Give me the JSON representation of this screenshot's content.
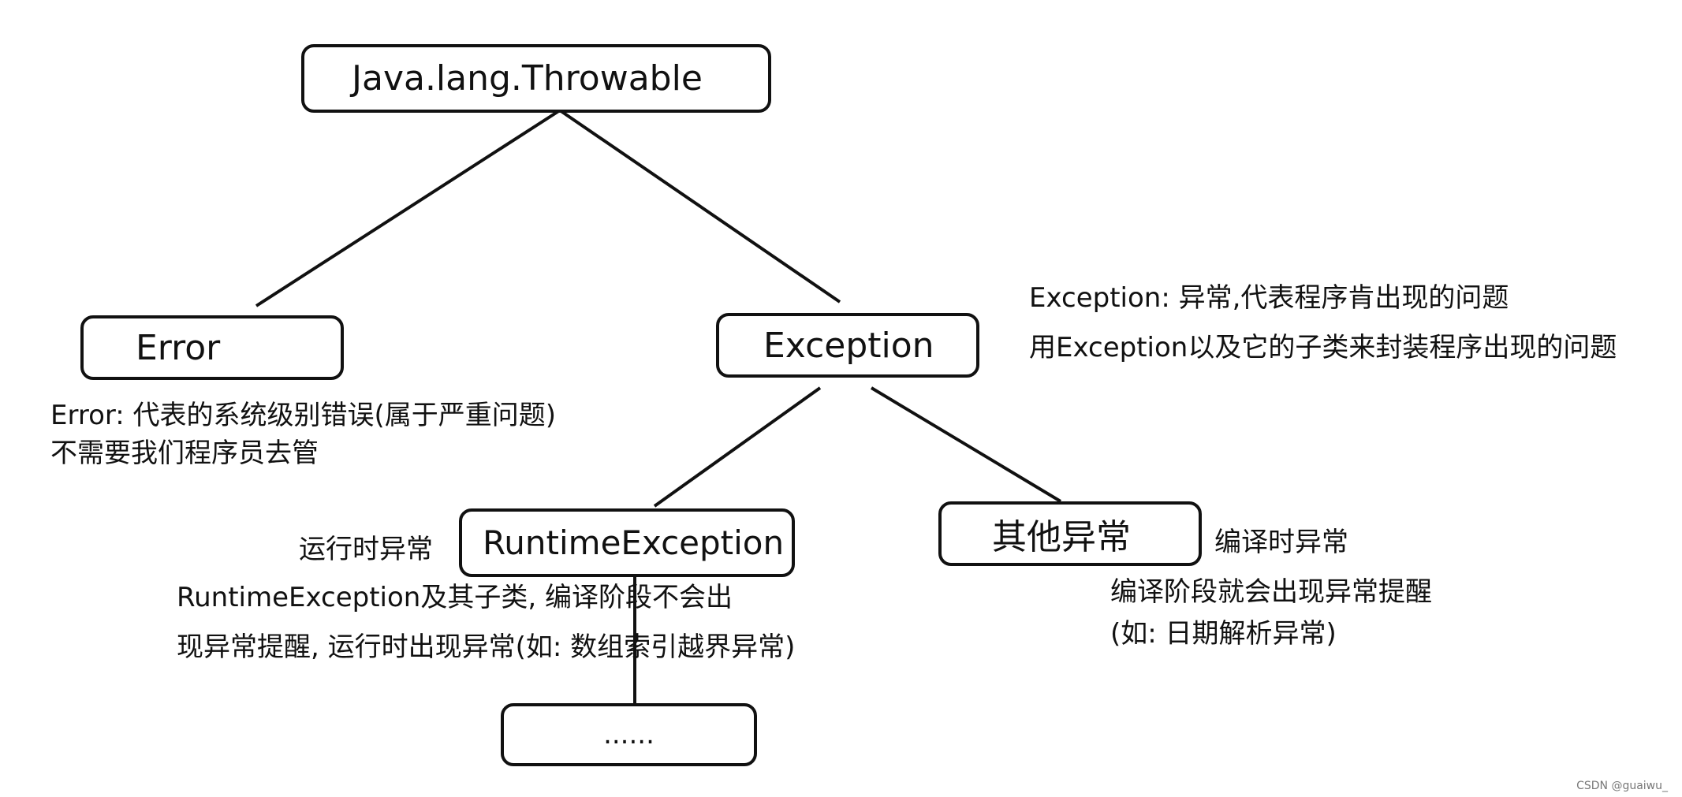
{
  "nodes": {
    "throwable": "Java.lang.Throwable",
    "error": "Error",
    "exception": "Exception",
    "runtime_exception": "RuntimeException",
    "other_exception": "其他异常",
    "more": "......"
  },
  "notes": {
    "error": [
      "Error: 代表的系统级别错误(属于严重问题)",
      "不需要我们程序员去管"
    ],
    "exception": [
      "Exception: 异常,代表程序肯出现的问题",
      "用Exception以及它的子类来封装程序出现的问题"
    ],
    "runtime_label": "运行时异常",
    "runtime": [
      "RuntimeException及其子类, 编译阶段不会出",
      "现异常提醒, 运行时出现异常(如: 数组索引越界异常)"
    ],
    "compile_label": "编译时异常",
    "compile": [
      "编译阶段就会出现异常提醒",
      "(如: 日期解析异常)"
    ]
  },
  "watermark": "CSDN @guaiwu_"
}
